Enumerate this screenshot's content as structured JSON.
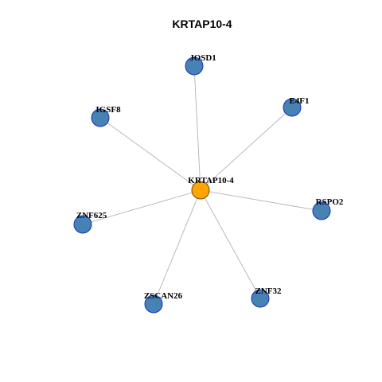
{
  "title": "KRTAP10-4",
  "colors": {
    "center_fill": "#FFA500",
    "center_stroke": "#7a4a00",
    "node_fill": "#4682B4",
    "node_stroke": "#1a2fc0",
    "edge": "#b3b3b3"
  },
  "center": {
    "id": "center",
    "label": "KRTAP10-4"
  },
  "nodes": [
    {
      "id": "josd1",
      "label": "JOSD1"
    },
    {
      "id": "e4f1",
      "label": "E4F1"
    },
    {
      "id": "igsf8",
      "label": "IGSF8"
    },
    {
      "id": "rspo2",
      "label": "RSPO2"
    },
    {
      "id": "znf625",
      "label": "ZNF625"
    },
    {
      "id": "znf32",
      "label": "ZNF32"
    },
    {
      "id": "zscan26",
      "label": "ZSCAN26"
    }
  ],
  "edges": [
    {
      "from": "center",
      "to": "josd1"
    },
    {
      "from": "center",
      "to": "e4f1"
    },
    {
      "from": "center",
      "to": "igsf8"
    },
    {
      "from": "center",
      "to": "rspo2"
    },
    {
      "from": "center",
      "to": "znf625"
    },
    {
      "from": "center",
      "to": "znf32"
    },
    {
      "from": "center",
      "to": "zscan26"
    }
  ]
}
